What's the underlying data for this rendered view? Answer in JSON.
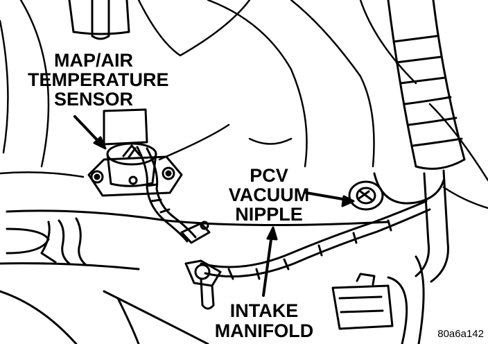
{
  "labels": {
    "map_sensor": [
      "MAP/AIR",
      "TEMPERATURE",
      "SENSOR"
    ],
    "pcv_nipple": [
      "PCV",
      "VACUUM",
      "NIPPLE"
    ],
    "intake_manifold": [
      "INTAKE",
      "MANIFOLD"
    ]
  },
  "figure_code": "80a6a142",
  "colors": {
    "ink": "#000000",
    "paper": "#ffffff"
  }
}
